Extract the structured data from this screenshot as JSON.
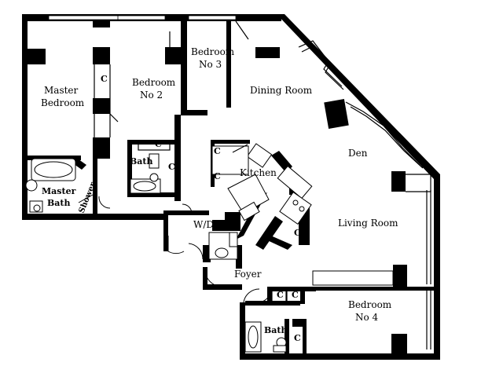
{
  "rooms": {
    "master_bedroom": [
      "Master",
      "Bedroom"
    ],
    "bedroom_2": [
      "Bedroom",
      "No 2"
    ],
    "bedroom_3": [
      "Bedroom",
      "No 3"
    ],
    "dining_room": "Dining Room",
    "den": "Den",
    "kitchen": "Kitchen",
    "living_room": "Living Room",
    "wd": "W/D",
    "foyer": "Foyer",
    "master_bath": [
      "Master",
      "Bath"
    ],
    "shower": "Shower",
    "bath_2": "Bath",
    "bath_4": "Bath",
    "bedroom_4": [
      "Bedroom",
      "No 4"
    ]
  },
  "closet_label": "C"
}
